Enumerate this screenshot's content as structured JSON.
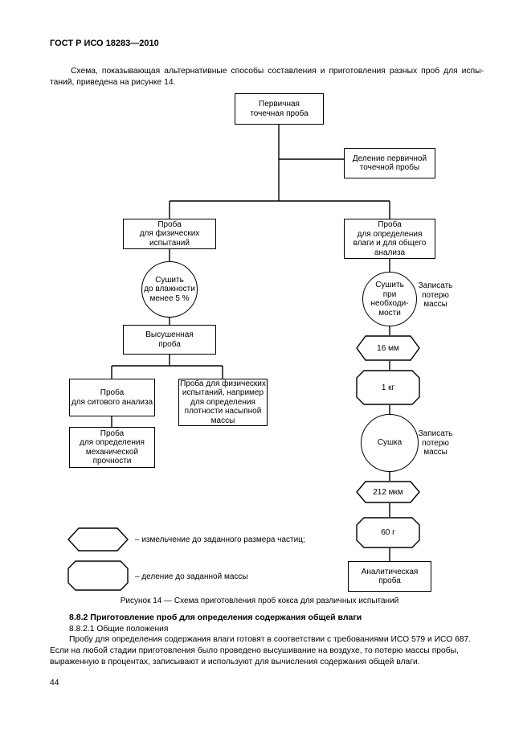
{
  "header": {
    "doc_code": "ГОСТ Р ИСО 18283—2010"
  },
  "intro": {
    "line1": "Схема, показывающая альтернативные способы составления и приготовления разных проб для испы-",
    "line2": "таний, приведена на рисунке 14."
  },
  "diagram": {
    "primary_sample": "Первичная\nточечная проба",
    "divide_primary": "Деление первичной\nточечной пробы",
    "physical_sample": "Проба\nдля физических\nиспытаний",
    "dry_to_5": "Сушить\nдо влажности\nменее 5 %",
    "dried_sample": "Высушенная\nпроба",
    "sieve_sample": "Проба\nдля ситового анализа",
    "mechanical_sample": "Проба\nдля определения\nмеханической\nпрочности",
    "physical_tests_sample": "Проба для физических\nиспытаний, например\nдля определения\nплотности насыпной\nмассы",
    "moisture_sample": "Проба\nдля определения\nвлаги и для общего\nанализа",
    "dry_if_needed": "Сушить\nпри\nнеобходи-\nмости",
    "record_loss_1": "Записать\nпотерю\nмассы",
    "crush_16": "16 мм",
    "divide_1kg": "1 кг",
    "drying": "Сушка",
    "record_loss_2": "Записать\nпотерю\nмассы",
    "crush_212": "212 мкм",
    "divide_60g": "60 г",
    "analytical_sample": "Аналитическая\nпроба"
  },
  "legend": {
    "crush_label": "– измельчение до заданного размера частиц;",
    "divide_label": "– деление до заданной массы"
  },
  "caption": "Рисунок 14 — Схема приготовления проб кокса для различных испытаний",
  "section": {
    "title": "8.8.2 Приготовление проб для определения содержания общей влаги",
    "subtitle": "8.8.2.1 Общие положения",
    "para_line1": "Пробу для определения содержания влаги готовят в соответствии с требованиями ИСО 579 и ИСО 687.",
    "para_rest": "Если на любой стадии приготовления было проведено высушивание на воздухе, то потерю массы пробы, выраженную в процентах, записывают и используют для вычисления содержания общей влаги."
  },
  "page_number": "44"
}
